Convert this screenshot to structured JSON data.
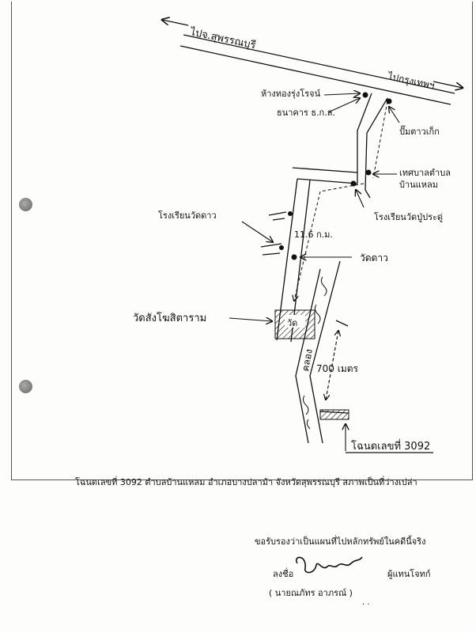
{
  "map": {
    "labels": {
      "to_suphan": "ไปจ.สุพรรณบุรี",
      "to_bangkok": "ไปกรุงเทพฯ",
      "gold_shop": "ห้างทองรุ่งโรจน์",
      "baac": "ธนาคาร ธ.ก.ส.",
      "gas_station": "ปั๊มตาวเก็ก",
      "subdistrict_office": "เทศบาลตำบล",
      "subdistrict_office_2": "บ้านแหลม",
      "school_wat_pradu": "โรงเรียนวัดปู่ประดู่",
      "school_wat_dao": "โรงเรียนวัดดาว",
      "distance": "11.6 ก.ม.",
      "wat_dao": "วัดดาว",
      "wat_sangkhom": "วัดสังโฆสิตาราม",
      "wat_short": "วัด",
      "canal": "คลอง",
      "dist_700": "700 เมตร",
      "deed_label": "โฉนดเลขที่ 3092"
    }
  },
  "caption": "โฉนดเลขที่ 3092 ตำบลบ้านแหลม อำเภอบางปลาม้า จังหวัดสุพรรณบุรี สภาพเป็นที่ว่างเปล่า",
  "certification": "ขอรับรองว่าเป็นแผนที่ไปหลักทรัพย์ในคดีนี้จริง",
  "sign_label": "ลงชื่อ",
  "signer_role": "ผู้แทนโจทก์",
  "signer_name": "(        นายณภัทร อาภรณ์        )",
  "stray_mark": ". ."
}
